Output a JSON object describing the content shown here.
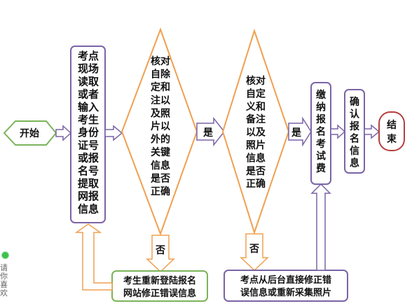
{
  "flowchart": {
    "start": "开始",
    "step1": "考点现场读取或者输入考生身份证号或报名号提取网报信息",
    "decision1": "核对自除定和注以及照片以外的关键信息是否正确",
    "yes1": "是",
    "no1": "否",
    "decision2": "核对自定义和备注以及照片信息是否正确",
    "yes2": "是",
    "no2": "否",
    "pay": "缴纳报名考试费",
    "confirm": "确认报名信息",
    "end": "结束",
    "fix1": [
      "考生重新登陆报名",
      "网站修正错误信息"
    ],
    "fix2": [
      "考点从后台直接修正错",
      "误信息或重新采集照片"
    ]
  },
  "side_badge": {
    "text": "请你喜欢"
  },
  "colors": {
    "orange": "#f0a050",
    "purple": "#7b64a6",
    "green": "#7bb45a",
    "red_end": "#b54040"
  }
}
